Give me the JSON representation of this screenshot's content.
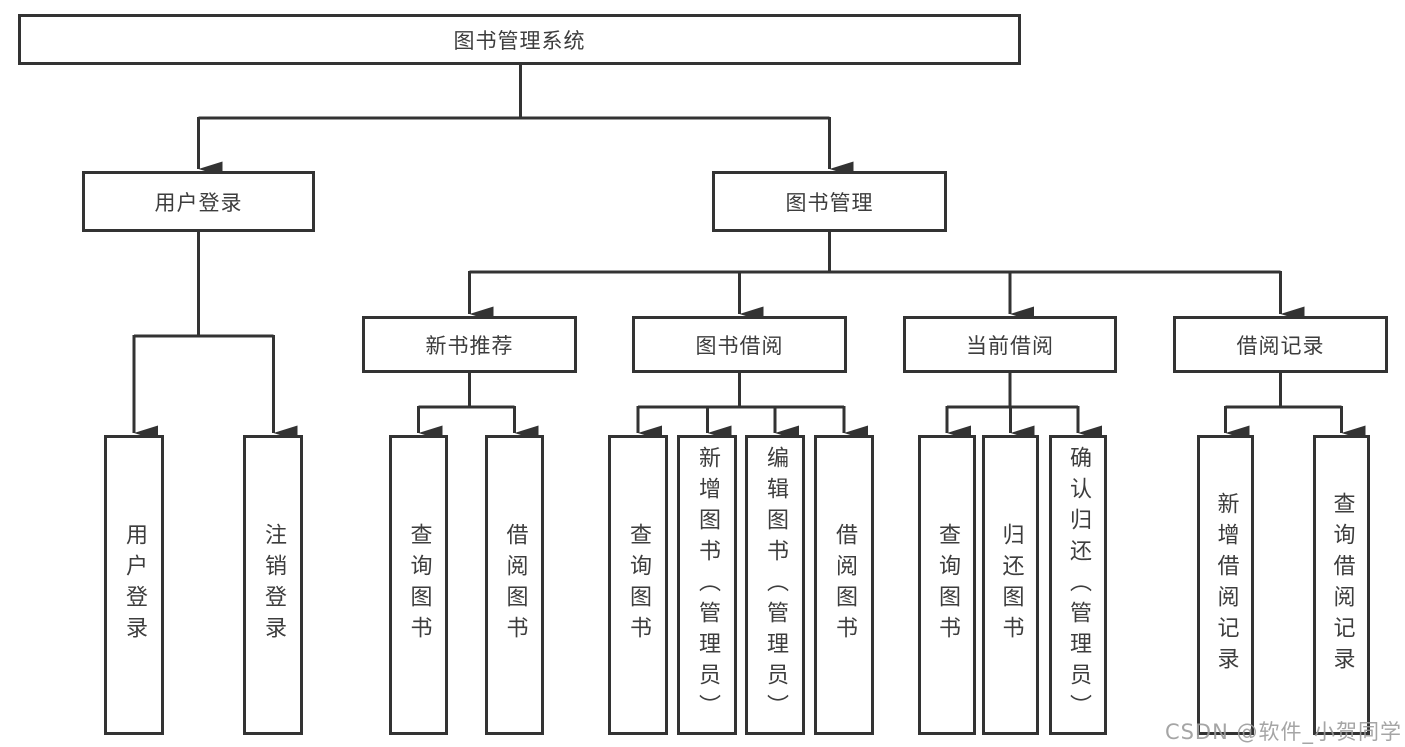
{
  "diagram": {
    "root": "图书管理系统",
    "branches": [
      {
        "label": "用户登录",
        "children": [
          "用户登录",
          "注销登录"
        ]
      },
      {
        "label": "图书管理",
        "children": [
          {
            "label": "新书推荐",
            "children": [
              "查询图书",
              "借阅图书"
            ]
          },
          {
            "label": "图书借阅",
            "children": [
              "查询图书",
              "新增图书（管理员）",
              "编辑图书（管理员）",
              "借阅图书"
            ]
          },
          {
            "label": "当前借阅",
            "children": [
              "查询图书",
              "归还图书",
              "确认归还（管理员）"
            ]
          },
          {
            "label": "借阅记录",
            "children": [
              "新增借阅记录",
              "查询借阅记录"
            ]
          }
        ]
      }
    ]
  },
  "watermark": "CSDN @软件_小贺同学",
  "colors": {
    "line": "#333333",
    "text": "#3d3d3d",
    "background": "#ffffff",
    "watermark": "#9b9b9b"
  }
}
